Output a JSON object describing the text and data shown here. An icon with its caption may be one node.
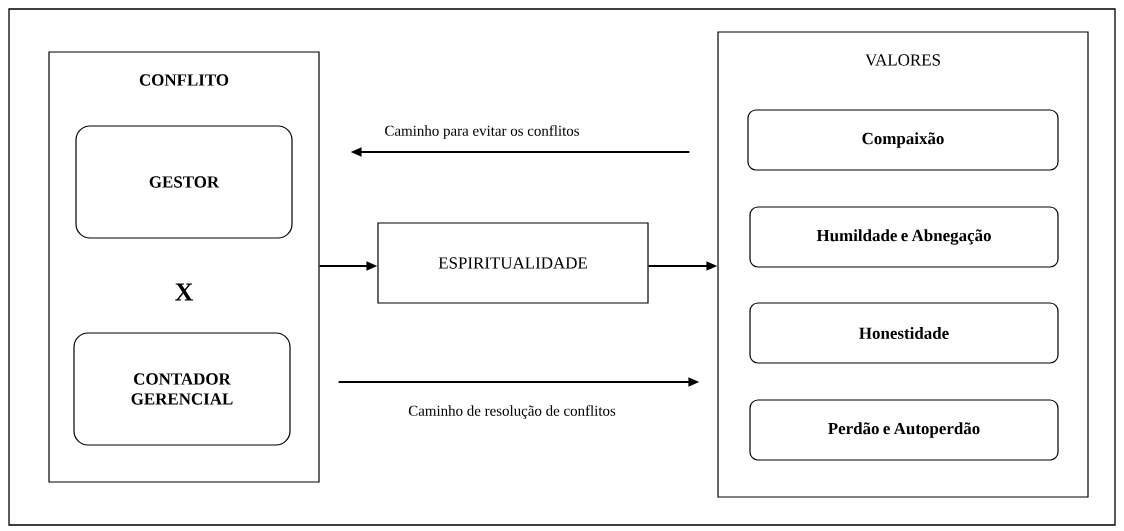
{
  "diagram": {
    "nodes": [
      {
        "text": [
          "CONFLITO",
          "X"
        ]
      },
      {
        "text": [
          "GESTOR"
        ],
        "in": 0
      },
      {
        "text": [
          "CONTADOR GERENCIAL"
        ],
        "in": 0
      },
      {
        "text": [
          "ESPIRITUALIDADE"
        ]
      },
      {
        "text": [
          "VALORES"
        ]
      },
      {
        "text": [
          "Compaixão"
        ],
        "in": 4
      },
      {
        "text": [
          "Humildade e Abnegação"
        ],
        "in": 4
      },
      {
        "text": [
          "Honestidade"
        ],
        "in": 4
      },
      {
        "text": [
          "Perdão e Autoperdão"
        ],
        "in": 4
      }
    ],
    "edges": [
      {
        "from": 4,
        "to": 0,
        "arrow": "to",
        "label": "Caminho para evitar os conflitos"
      },
      {
        "from": 0,
        "to": 3,
        "arrow": "to"
      },
      {
        "from": 3,
        "to": 4,
        "arrow": "to"
      },
      {
        "from": 0,
        "to": 4,
        "arrow": "to",
        "label": "Caminho de resolução de conflitos"
      }
    ]
  }
}
